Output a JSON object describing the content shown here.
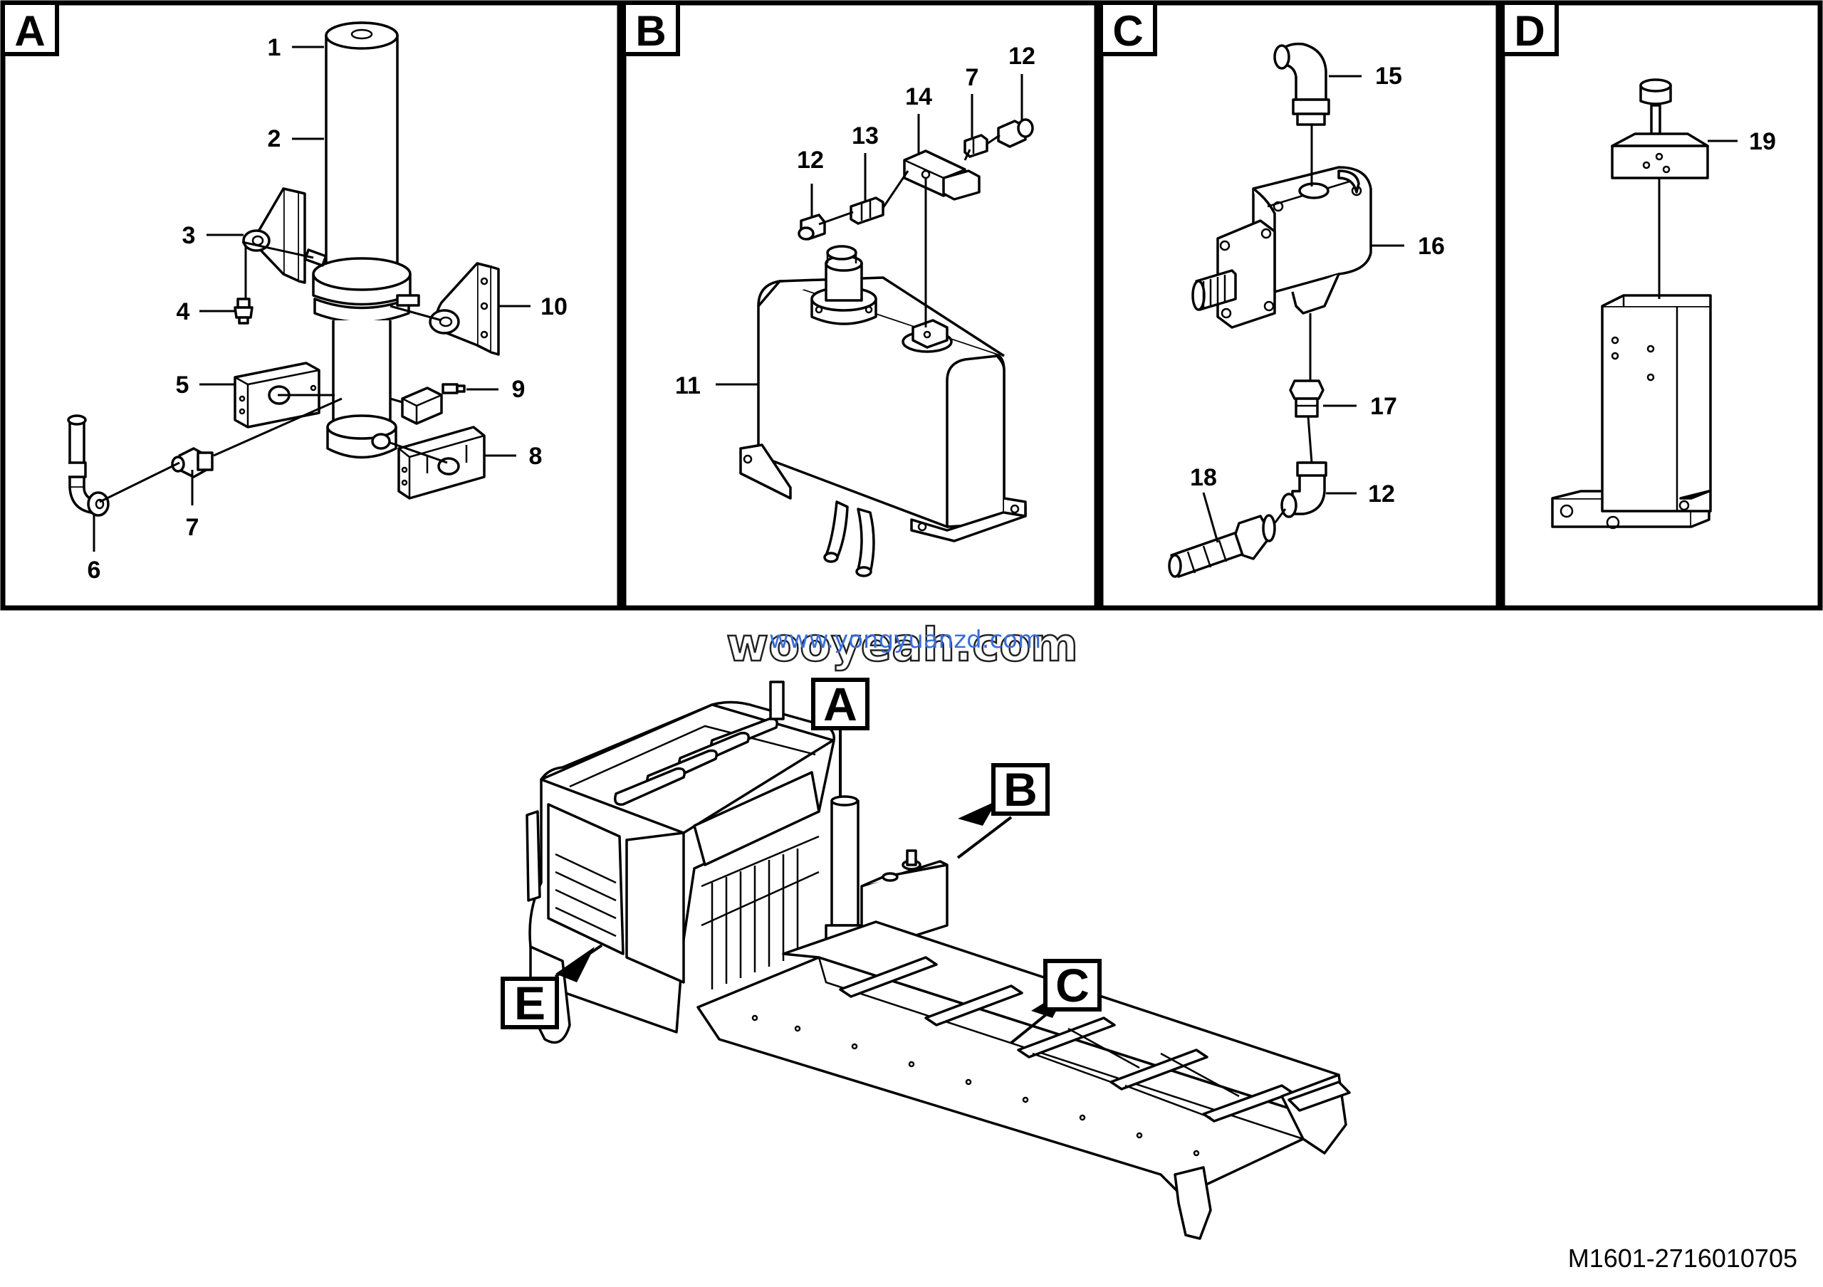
{
  "panels": [
    {
      "letter": "A"
    },
    {
      "letter": "B"
    },
    {
      "letter": "C"
    },
    {
      "letter": "D"
    }
  ],
  "part_numbers": {
    "a1": "1",
    "a2": "2",
    "a3": "3",
    "a4": "4",
    "a5": "5",
    "a6": "6",
    "a7": "7",
    "a8": "8",
    "a9": "9",
    "a10": "10",
    "b11": "11",
    "b12a": "12",
    "b13": "13",
    "b14": "14",
    "b7": "7",
    "b12b": "12",
    "c15": "15",
    "c16": "16",
    "c17": "17",
    "c18": "18",
    "c12": "12",
    "d19": "19"
  },
  "location_callouts": [
    "A",
    "B",
    "C",
    "E"
  ],
  "watermarks": {
    "primary": "wooyeah.com",
    "secondary": "www.yongyuanzd.com"
  },
  "drawing_code": "M1601-2716010705"
}
